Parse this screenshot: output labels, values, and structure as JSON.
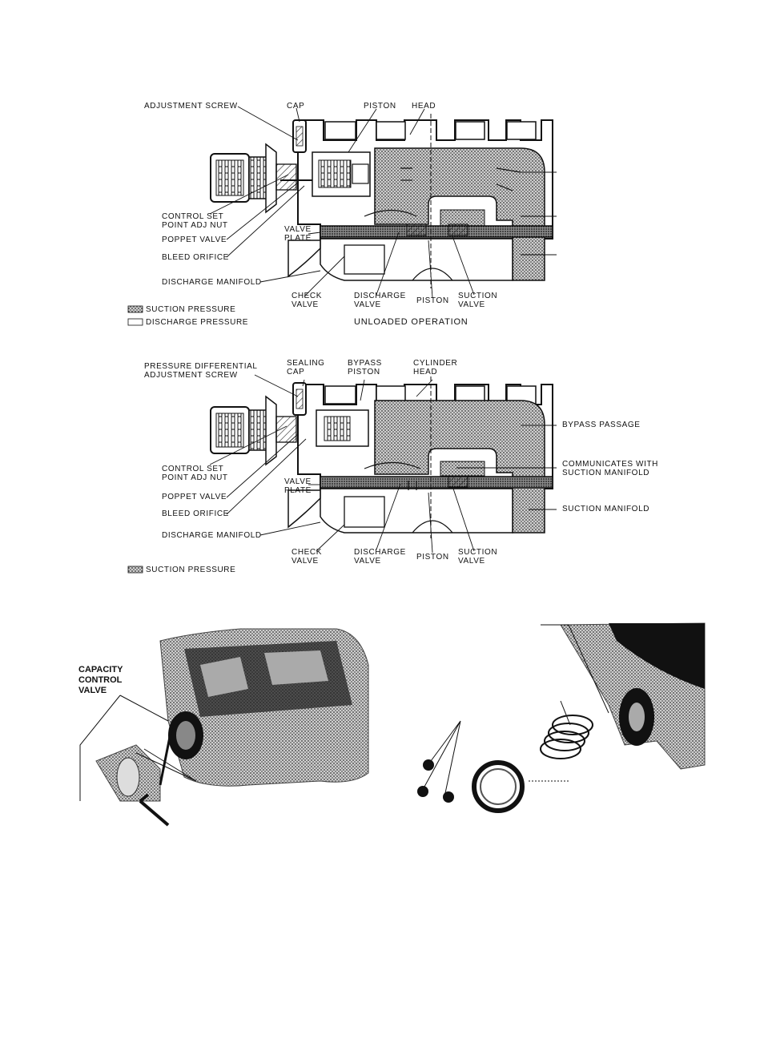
{
  "figure_top": {
    "labels": {
      "adjustment_screw": "ADJUSTMENT SCREW",
      "cap": "CAP",
      "piston_top": "PISTON",
      "head": "HEAD",
      "control_set": "CONTROL SET\nPOINT ADJ NUT",
      "poppet_valve": "POPPET VALVE",
      "bleed_orifice": "BLEED ORIFICE",
      "valve_plate": "VALVE\nPLATE",
      "discharge_manifold": "DISCHARGE MANIFOLD",
      "check_valve": "CHECK\nVALVE",
      "discharge_valve": "DISCHARGE\nVALVE",
      "piston_bottom": "PISTON",
      "suction_valve": "SUCTION\nVALVE"
    },
    "legend": {
      "suction": "SUCTION PRESSURE",
      "discharge": "DISCHARGE PRESSURE"
    },
    "caption": "UNLOADED OPERATION"
  },
  "figure_middle": {
    "labels": {
      "pressure_diff": "PRESSURE DIFFERENTIAL\nADJUSTMENT SCREW",
      "sealing_cap": "SEALING\nCAP",
      "bypass_piston": "BYPASS\nPISTON",
      "cylinder_head": "CYLINDER\nHEAD",
      "bypass_passage": "BYPASS PASSAGE",
      "communicates": "COMMUNICATES WITH\nSUCTION MANIFOLD",
      "suction_manifold": "SUCTION MANIFOLD",
      "control_set": "CONTROL SET\nPOINT ADJ NUT",
      "poppet_valve": "POPPET VALVE",
      "bleed_orifice": "BLEED ORIFICE",
      "valve_plate": "VALVE\nPLATE",
      "discharge_manifold": "DISCHARGE MANIFOLD",
      "check_valve": "CHECK\nVALVE",
      "discharge_valve": "DISCHARGE\nVALVE",
      "piston_bottom": "PISTON",
      "suction_valve": "SUCTION\nVALVE"
    },
    "legend": {
      "suction": "SUCTION PRESSURE"
    }
  },
  "figure_bottom": {
    "capacity_label": "CAPACITY\nCONTROL\nVALVE"
  },
  "colors": {
    "ink": "#111111",
    "stipple": "#8a8a8a",
    "paper": "#ffffff"
  }
}
